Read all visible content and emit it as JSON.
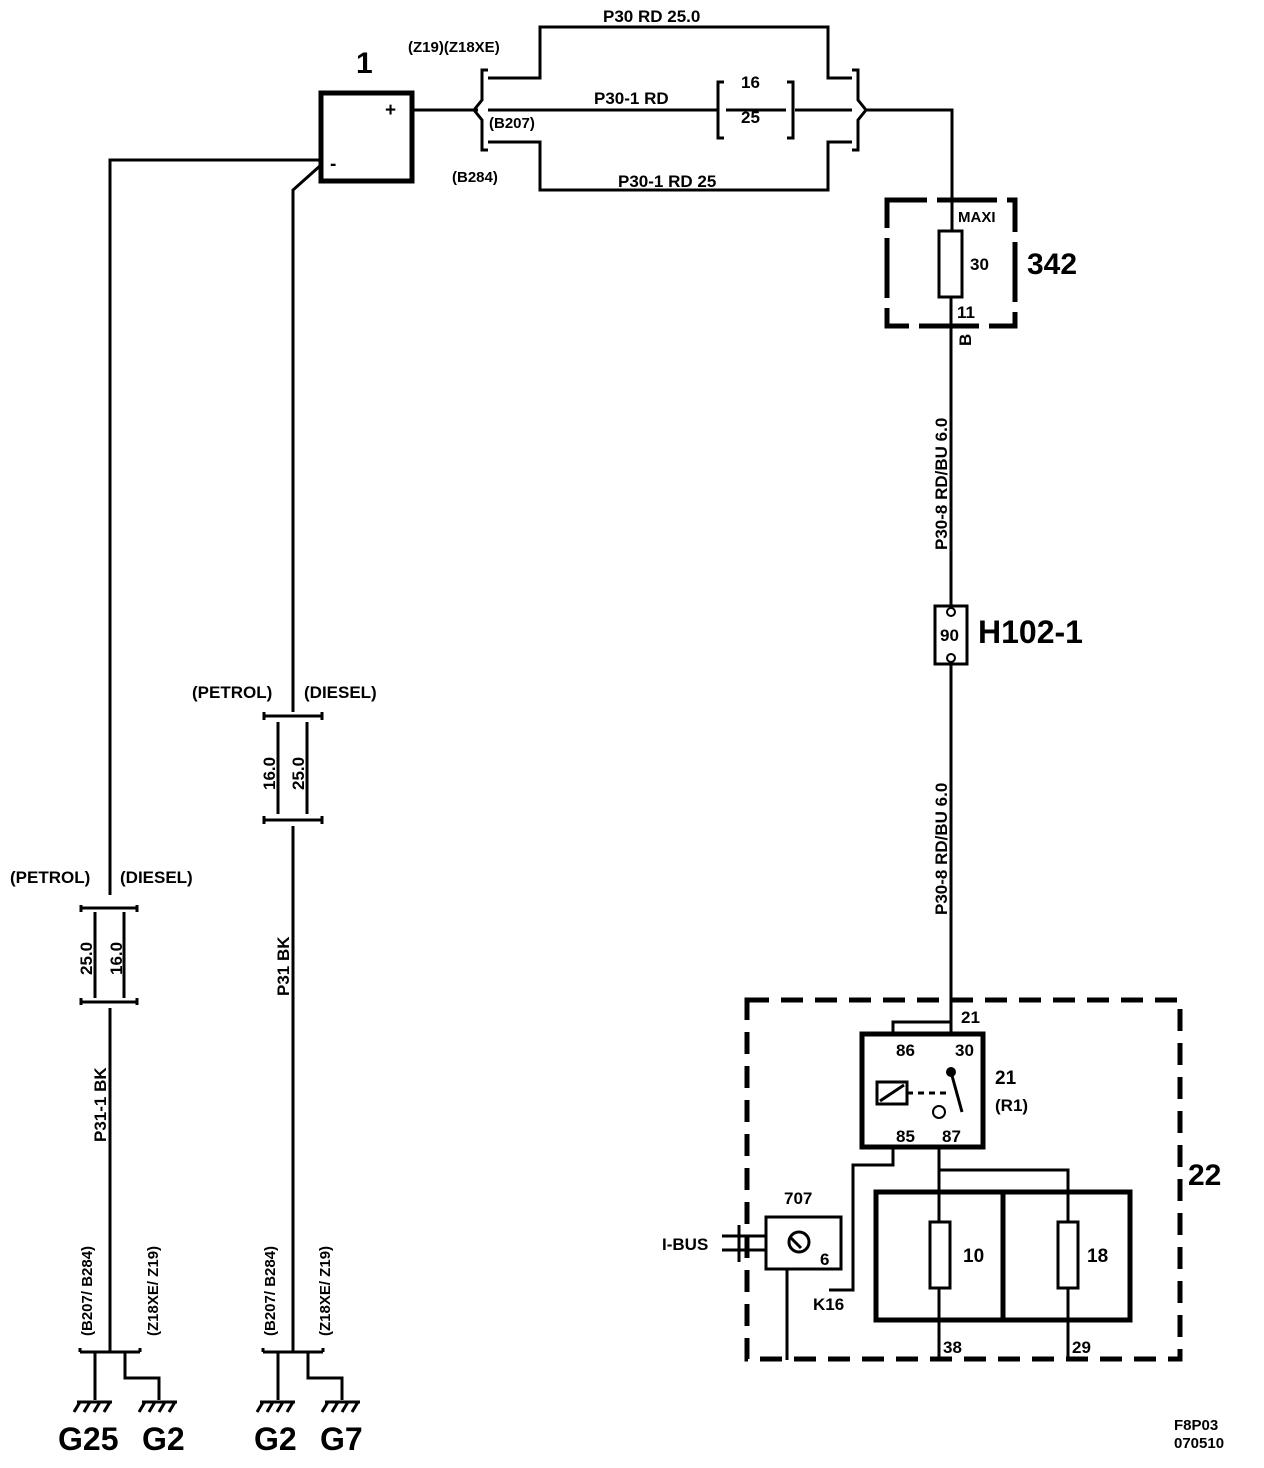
{
  "battery": {
    "label": "1",
    "plus": "+",
    "minus": "-"
  },
  "top_wiring": {
    "variant_top": "(Z19)(Z18XE)",
    "variant_mid": "(B207)",
    "variant_bot": "(B284)",
    "wire_top": "P30 RD   25.0",
    "wire_mid": "P30-1  RD",
    "wire_mid_size_a": "16",
    "wire_mid_size_b": "25",
    "wire_bot": "P30-1  RD  25"
  },
  "maxi_fuse": {
    "id": "342",
    "type": "MAXI",
    "rating": "30",
    "pin": "11",
    "connector": "B"
  },
  "wire_p30_8_upper": "P30-8  RD/BU 6.0",
  "connector_h102": {
    "id": "H102-1",
    "pin": "90"
  },
  "wire_p30_8_lower": "P30-8  RD/BU 6.0",
  "module_22": {
    "id": "22",
    "pin_top": "21",
    "relay": {
      "id": "21",
      "sub": "(R1)",
      "p86": "86",
      "p30": "30",
      "p85": "85",
      "p87": "87"
    },
    "ecu": {
      "id": "707",
      "pin": "6",
      "bus": "I-BUS",
      "conn": "K16"
    },
    "fuse_a": {
      "rating": "10",
      "pin": "38"
    },
    "fuse_b": {
      "rating": "18",
      "pin": "29"
    }
  },
  "left_ground": {
    "variant_petrol": "(PETROL)",
    "variant_diesel": "(DIESEL)",
    "size_petrol": "25.0",
    "size_diesel": "16.0",
    "wire": "P31-1 BK",
    "variant_b": "(B207/ B284)",
    "variant_z": "(Z18XE/ Z19)",
    "ground_a": "G25",
    "ground_b": "G2"
  },
  "mid_ground": {
    "variant_petrol": "(PETROL)",
    "variant_diesel": "(DIESEL)",
    "size_petrol": "16.0",
    "size_diesel": "25.0",
    "wire": "P31  BK",
    "variant_b": "(B207/ B284)",
    "variant_z": "(Z18XE/ Z19)",
    "ground_a": "G2",
    "ground_b": "G7"
  },
  "footer": {
    "code": "F8P03",
    "date": "070510"
  }
}
